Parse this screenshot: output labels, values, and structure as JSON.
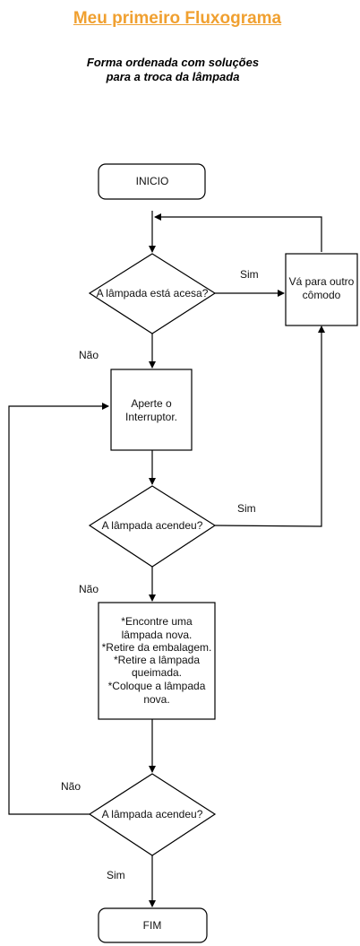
{
  "header": {
    "title": "Meu primeiro Fluxograma",
    "subtitle_line1": "Forma ordenada com soluções",
    "subtitle_line2": "para a troca da lâmpada"
  },
  "nodes": {
    "start": "INICIO",
    "decision1": "A lâmpada está acesa?",
    "other_room_line1": "Vá para outro",
    "other_room_line2": "cômodo",
    "switch_line1": "Aperte o",
    "switch_line2": "Interruptor.",
    "decision2": "A lâmpada acendeu?",
    "steps_line1": "*Encontre uma",
    "steps_line2": "lâmpada nova.",
    "steps_line3": "*Retire da embalagem.",
    "steps_line4": "*Retire a lâmpada",
    "steps_line5": "queimada.",
    "steps_line6": "*Coloque a lâmpada",
    "steps_line7": "nova.",
    "decision3": "A lâmpada acendeu?",
    "end": "FIM"
  },
  "edges": {
    "d1_yes": "Sim",
    "d1_no": "Não",
    "d2_yes": "Sim",
    "d2_no": "Não",
    "d3_no": "Não",
    "d3_yes": "Sim"
  }
}
